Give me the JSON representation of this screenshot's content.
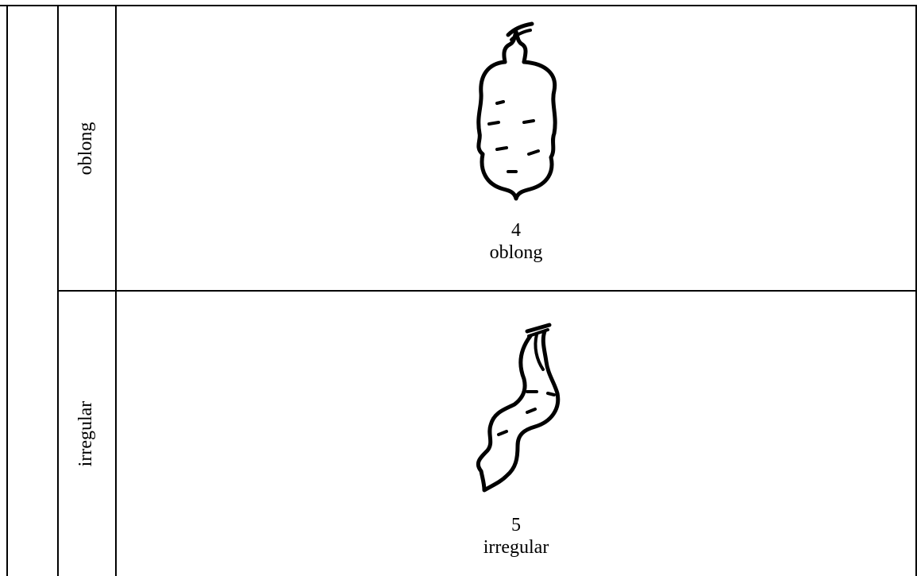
{
  "rows": [
    {
      "label": "oblong",
      "number": "4",
      "name": "oblong",
      "icon": "oblong-tuber-icon"
    },
    {
      "label": "irregular",
      "number": "5",
      "name": "irregular",
      "icon": "irregular-tuber-icon"
    }
  ]
}
